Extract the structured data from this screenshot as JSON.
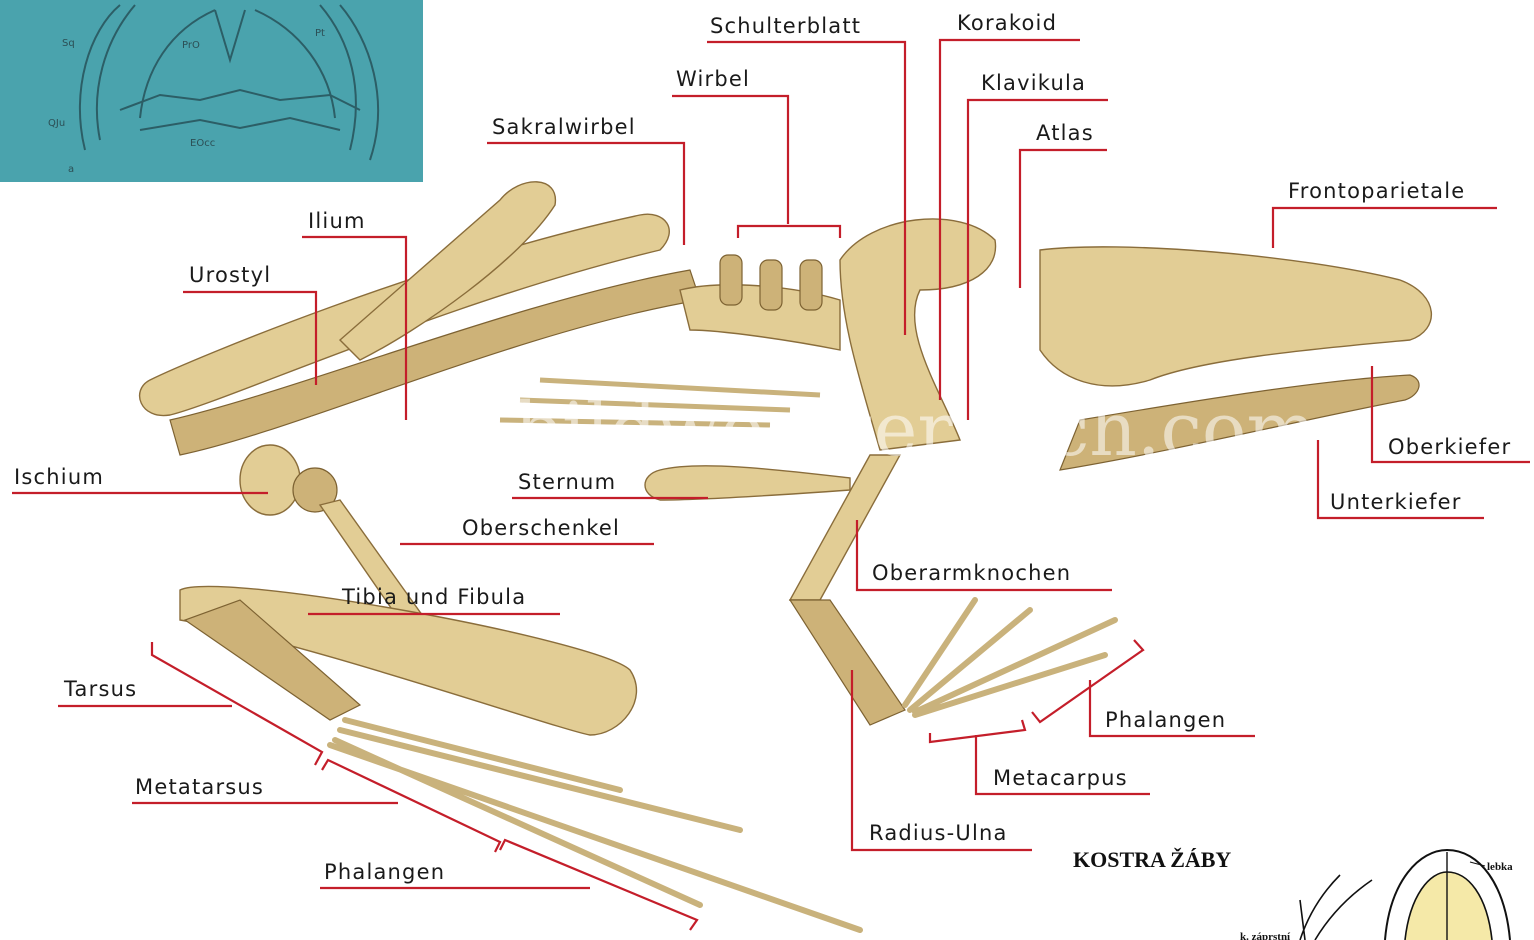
{
  "labels": {
    "schulterblatt": "Schulterblatt",
    "korakoid": "Korakoid",
    "wirbel": "Wirbel",
    "klavikula": "Klavikula",
    "sakralwirbel": "Sakralwirbel",
    "atlas": "Atlas",
    "frontoparietale": "Frontoparietale",
    "ilium": "Ilium",
    "urostyl": "Urostyl",
    "oberkiefer": "Oberkiefer",
    "ischium": "Ischium",
    "sternum": "Sternum",
    "unterkiefer": "Unterkiefer",
    "oberschenkel": "Oberschenkel",
    "oberarmknochen": "Oberarmknochen",
    "tibia_fibula": "Tibia und Fibula",
    "tarsus": "Tarsus",
    "phalangen_hand": "Phalangen",
    "metacarpus": "Metacarpus",
    "metatarsus": "Metatarsus",
    "radius_ulna": "Radius-Ulna",
    "phalangen_foot": "Phalangen"
  },
  "watermark": "www.bildwoerterbuch.com",
  "inset_top_left": {
    "labels": [
      "Sq",
      "PrO",
      "Pt",
      "QJu",
      "EOcc",
      "a"
    ],
    "background": "#4aa3ad"
  },
  "corner_title": "KOSTRA ŽÁBY",
  "corner_labels": {
    "lebka": "lebka",
    "zaprstni": "k. záprstní"
  },
  "colors": {
    "leader": "#c41e2a",
    "bone": "#e2cd95",
    "inset_bg": "#4aa3ad"
  }
}
